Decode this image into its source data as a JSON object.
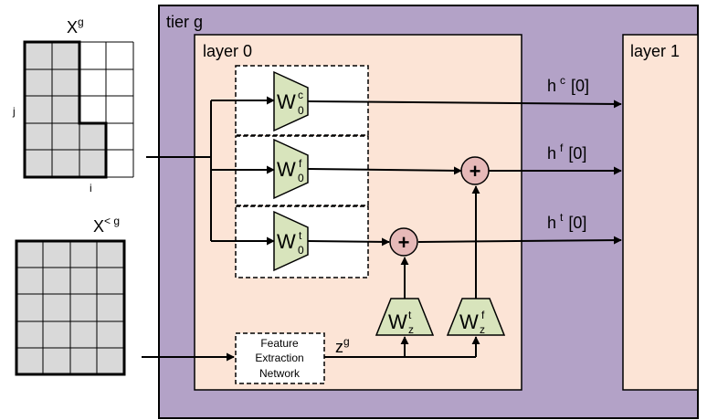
{
  "diagram": {
    "tier_label": "tier g",
    "layer0_label": "layer 0",
    "layer1_label": "layer 1",
    "xg": {
      "base": "X",
      "sup": "g",
      "axis_j": "j",
      "axis_i": "i"
    },
    "xltg": {
      "base": "X",
      "sup": "< g"
    },
    "weights": {
      "w0c": {
        "base": "W",
        "sup": "c",
        "sub": "0"
      },
      "w0f": {
        "base": "W",
        "sup": "f",
        "sub": "0"
      },
      "w0t": {
        "base": "W",
        "sup": "t",
        "sub": "0"
      },
      "wzt": {
        "base": "W",
        "sup": "t",
        "sub": "z"
      },
      "wzf": {
        "base": "W",
        "sup": "f",
        "sub": "z"
      }
    },
    "plus_symbol": "+",
    "feature_net": {
      "line1": "Feature",
      "line2": "Extraction",
      "line3": "Network"
    },
    "zg": {
      "base": "z",
      "sup": "g"
    },
    "outputs": {
      "hc": {
        "base": "h",
        "sup": "c",
        "idx": "[0]"
      },
      "hf": {
        "base": "h",
        "sup": "f",
        "idx": "[0]"
      },
      "ht": {
        "base": "h",
        "sup": "t",
        "idx": "[0]"
      }
    },
    "colors": {
      "tier_fill": "#b3a2c7",
      "layer_fill": "#fce4d6",
      "weight_fill": "#d8e4bc",
      "adder_fill": "#e6b9b8",
      "grid_fill": "#d9d9d9"
    }
  }
}
